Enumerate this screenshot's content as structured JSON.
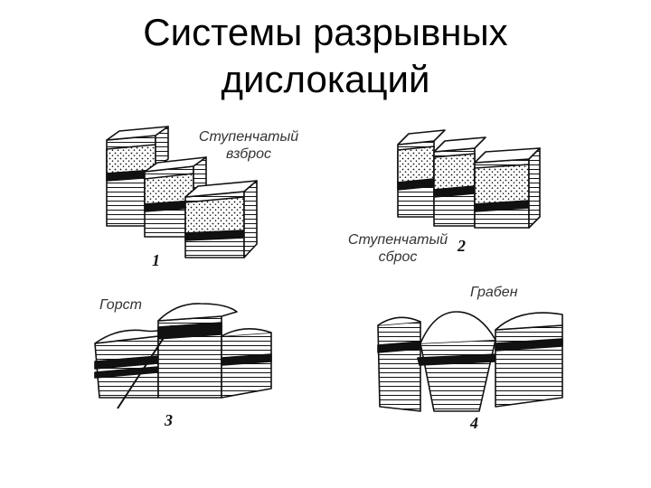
{
  "slide": {
    "title_line1": "Системы разрывных",
    "title_line2": "дислокаций"
  },
  "figures": [
    {
      "number": "1",
      "caption_line1": "Ступенчатый",
      "caption_line2": "взброс"
    },
    {
      "number": "2",
      "caption_line1": "Ступенчатый",
      "caption_line2": "сброс"
    },
    {
      "number": "3",
      "caption_line1": "Горст",
      "caption_line2": ""
    },
    {
      "number": "4",
      "caption_line1": "Грабен",
      "caption_line2": ""
    }
  ],
  "colors": {
    "ink": "#111111",
    "background": "#ffffff",
    "caption": "#333333"
  }
}
